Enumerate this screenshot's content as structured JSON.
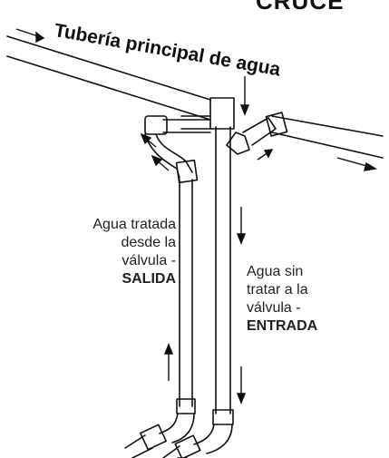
{
  "header": {
    "cut_title": "CRUCE",
    "main_pipe_label": "Tubería principal de agua"
  },
  "labels": {
    "outlet": {
      "lines": [
        "Agua tratada",
        "desde la",
        "válvula -"
      ],
      "bold": "SALIDA"
    },
    "inlet": {
      "lines": [
        "Agua sin",
        "tratar a la",
        "válvula -"
      ],
      "bold": "ENTRADA"
    }
  },
  "colors": {
    "line": "#111111",
    "background": "#ffffff"
  }
}
